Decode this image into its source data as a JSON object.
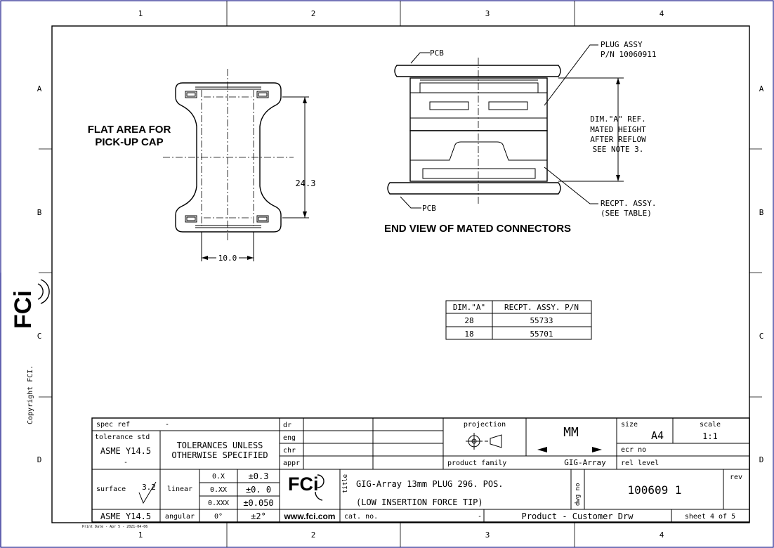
{
  "border": {
    "columns": [
      "1",
      "2",
      "3",
      "4"
    ],
    "rows": [
      "A",
      "B",
      "C",
      "D"
    ]
  },
  "side": {
    "logo": "FCi",
    "copyright": "Copyright FCI."
  },
  "plan_view": {
    "label_line1": "FLAT AREA FOR",
    "label_line2": "PICK-UP CAP",
    "dim_height": "24.3",
    "dim_width": "10.0"
  },
  "end_view": {
    "title": "END VIEW OF MATED CONNECTORS",
    "pcb_top": "PCB",
    "pcb_bottom": "PCB",
    "plug_assy_line1": "PLUG ASSY",
    "plug_assy_line2": "P/N 10060911",
    "dim_note": [
      "DIM.\"A\" REF.",
      "MATED HEIGHT",
      "AFTER REFLOW",
      "SEE NOTE 3."
    ],
    "recpt_line1": "RECPT. ASSY.",
    "recpt_line2": "(SEE TABLE)"
  },
  "dim_table": {
    "headers": [
      "DIM.\"A\"",
      "RECPT. ASSY. P/N"
    ],
    "rows": [
      [
        "28",
        "55733"
      ],
      [
        "18",
        "55701"
      ]
    ]
  },
  "title_block": {
    "spec_ref_label": "spec ref",
    "spec_ref_value": "-",
    "tolerance_std_label": "tolerance std",
    "tolerance_std_value": "ASME Y14.5",
    "tolerance_std_dash": "-",
    "tol_unless_line1": "TOLERANCES UNLESS",
    "tol_unless_line2": "OTHERWISE SPECIFIED",
    "role_dr": "dr",
    "role_eng": "eng",
    "role_chr": "chr",
    "role_appr": "appr",
    "projection_label": "projection",
    "units": "MM",
    "size_label": "size",
    "size_value": "A4",
    "scale_label": "scale",
    "scale_value": "1:1",
    "ecr_label": "ecr no",
    "product_family_label": "product family",
    "product_family_value": "GIG-Array",
    "rel_level_label": "rel level",
    "surface_label": "surface",
    "surface_value": "3.2",
    "linear_label": "linear",
    "tol_rows": [
      [
        "0.X",
        "±0.3"
      ],
      [
        "0.XX",
        "±0. 0"
      ],
      [
        "0.XXX",
        "±0.050"
      ]
    ],
    "angular_label": "angular",
    "angular_value": "0°",
    "angular_tol": "±2°",
    "asme_bottom": "ASME Y14.5",
    "logo": "FCi",
    "website": "www.fci.com",
    "title_label": "title",
    "title_line1": "GIG-Array 13mm PLUG  296. POS.",
    "title_line2": "(LOW INSERTION FORCE TIP)",
    "dwg_no_label": "dwg no",
    "dwg_no_value": "100609 1",
    "rev_label": "rev",
    "cat_no_label": "cat. no.",
    "cat_no_value": "-",
    "doc_type": "Product - Customer Drw",
    "sheet_label": "sheet 4 of 5",
    "footer_print": "Print Date - Apr 5 - 2021-04-06"
  }
}
